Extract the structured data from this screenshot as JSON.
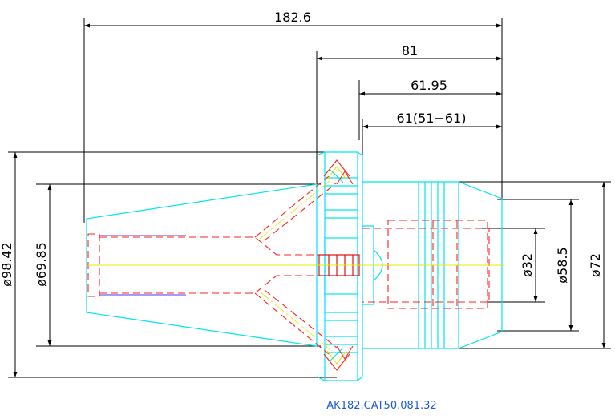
{
  "drawing": {
    "part_number": "AK182.CAT50.081.32",
    "colors": {
      "body": "#00e5ee",
      "hidden": "#ff2020",
      "center": "#e8e800",
      "dimension": "#000000",
      "label": "#1e5bd8",
      "inner": "#7a5af5"
    },
    "dimensions": {
      "overall_length": "182.6",
      "length_81": "81",
      "length_61_95": "61.95",
      "length_61": "61(51−61)",
      "dia_98_42": "ø98.42",
      "dia_69_85": "ø69.85",
      "dia_32": "ø32",
      "dia_58_5": "ø58.5",
      "dia_72": "ø72"
    }
  }
}
